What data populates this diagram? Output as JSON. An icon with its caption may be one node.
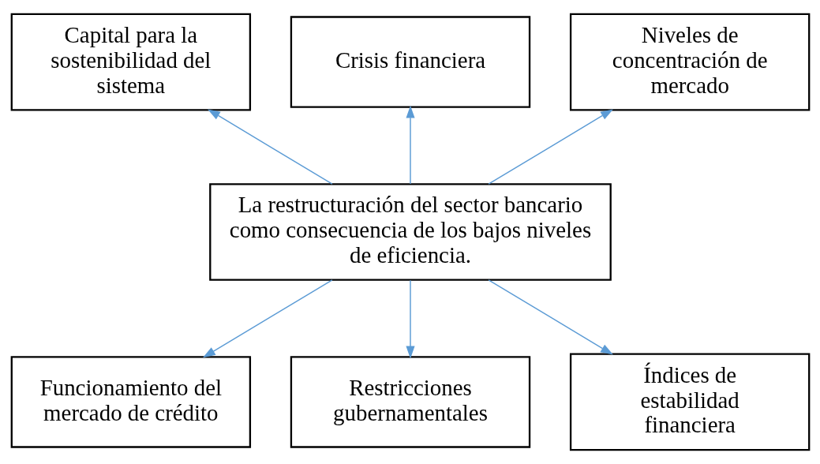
{
  "diagram": {
    "nodes": [
      {
        "text": [
          "Capital para la sostenibilidad del sistema"
        ]
      },
      {
        "text": [
          "Crisis financiera"
        ]
      },
      {
        "text": [
          "Niveles de concentración de mercado"
        ]
      },
      {
        "text": [
          "La restructuración del sector bancario como consecuencia de los bajos niveles de eficiencia."
        ]
      },
      {
        "text": [
          "Funcionamiento del mercado de crédito"
        ]
      },
      {
        "text": [
          "Restricciones gubernamentales"
        ]
      },
      {
        "text": [
          "Índices de estabilidad financiera"
        ]
      }
    ],
    "edges": [
      {
        "from": 3,
        "to": 0,
        "arrow": "to"
      },
      {
        "from": 3,
        "to": 1,
        "arrow": "to"
      },
      {
        "from": 3,
        "to": 2,
        "arrow": "to"
      },
      {
        "from": 3,
        "to": 4,
        "arrow": "to"
      },
      {
        "from": 3,
        "to": 5,
        "arrow": "to"
      },
      {
        "from": 3,
        "to": 6,
        "arrow": "to"
      }
    ]
  }
}
